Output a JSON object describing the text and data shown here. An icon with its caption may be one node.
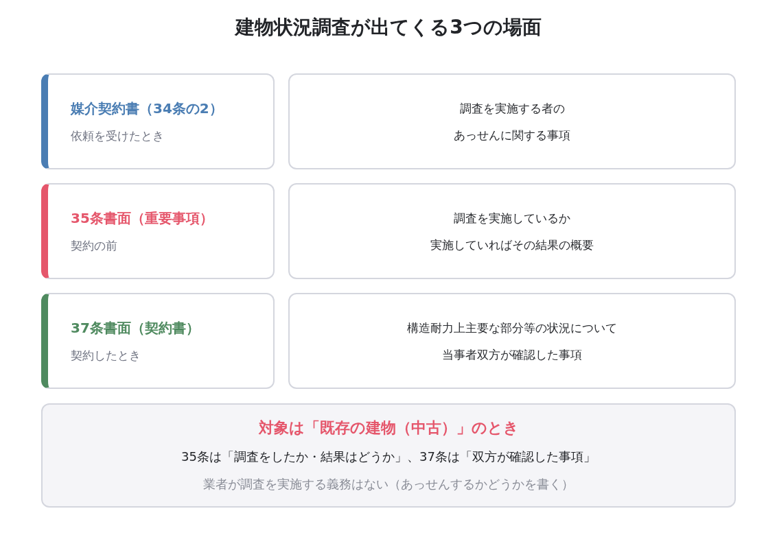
{
  "diagram": {
    "title": "建物状況調査が出てくる3つの場面",
    "nodes": [
      {
        "text": [
          "媒介契約書（34条の2）",
          "依頼を受けたとき"
        ]
      },
      {
        "text": [
          "調査を実施する者の",
          "あっせんに関する事項"
        ]
      },
      {
        "text": [
          "35条書面（重要事項）",
          "契約の前"
        ]
      },
      {
        "text": [
          "調査を実施しているか",
          "実施していればその結果の概要"
        ]
      },
      {
        "text": [
          "37条書面（契約書）",
          "契約したとき"
        ]
      },
      {
        "text": [
          "構造耐力上主要な部分等の状況について",
          "当事者双方が確認した事項"
        ]
      },
      {
        "text": [
          "対象は「既存の建物（中古）」のとき",
          "35条は「調査をしたか・結果はどうか」、37条は「双方が確認した事項」",
          "業者が調査を実施する義務はない（あっせんするかどうかを書く）"
        ]
      }
    ]
  }
}
